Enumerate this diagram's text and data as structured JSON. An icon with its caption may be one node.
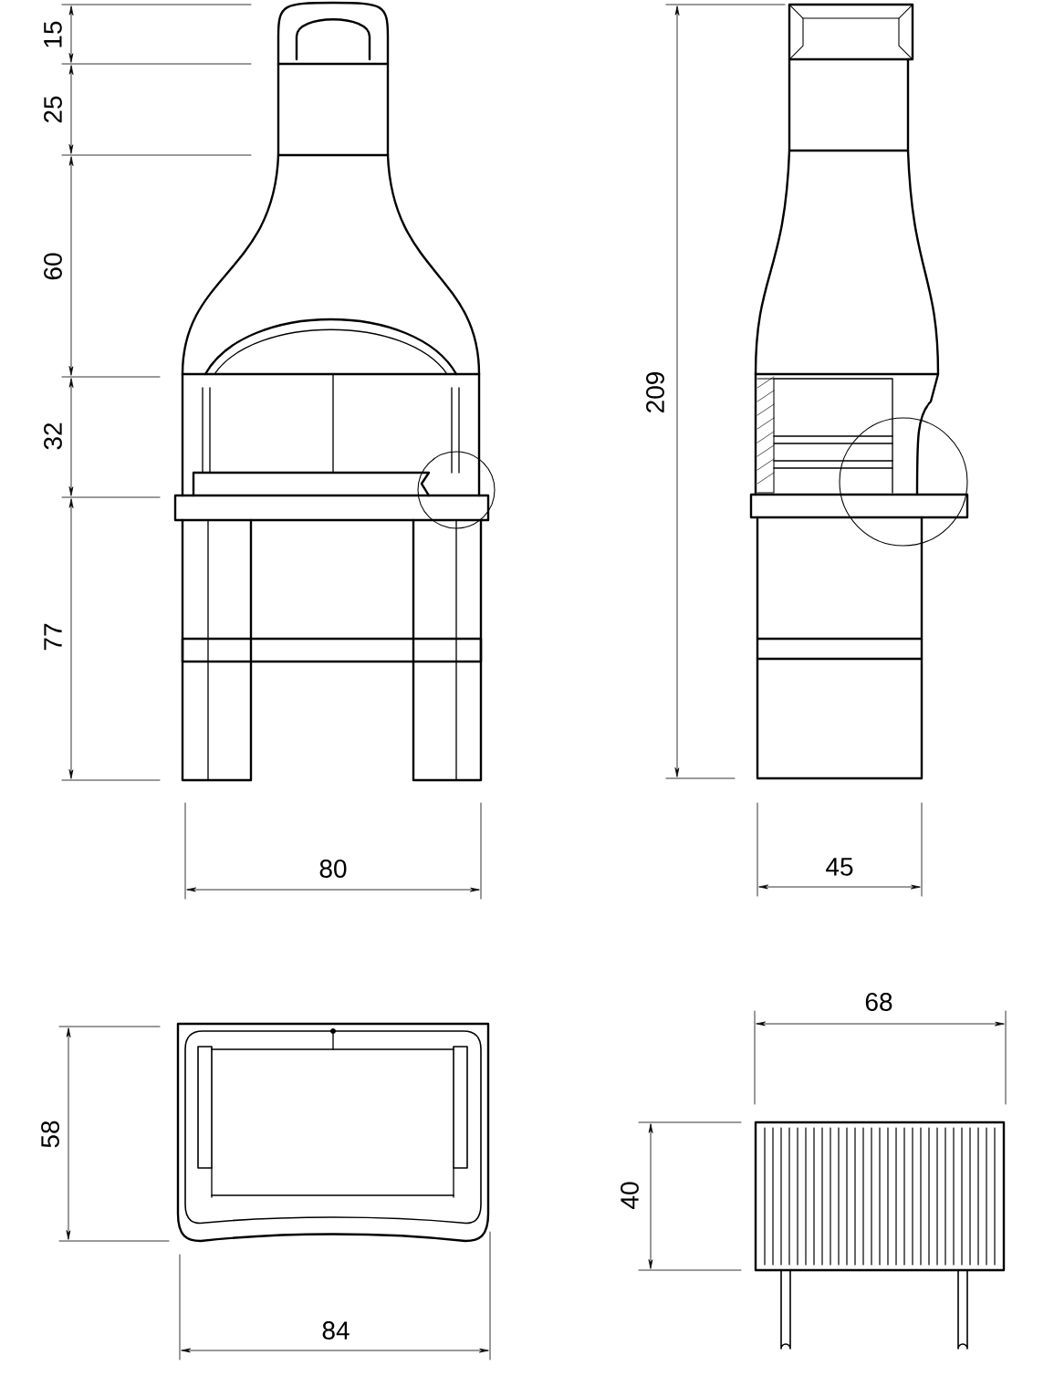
{
  "diagram": {
    "labels": [
      "15",
      "25",
      "60",
      "32",
      "77",
      "209",
      "80",
      "45",
      "58",
      "84",
      "68",
      "40"
    ]
  }
}
